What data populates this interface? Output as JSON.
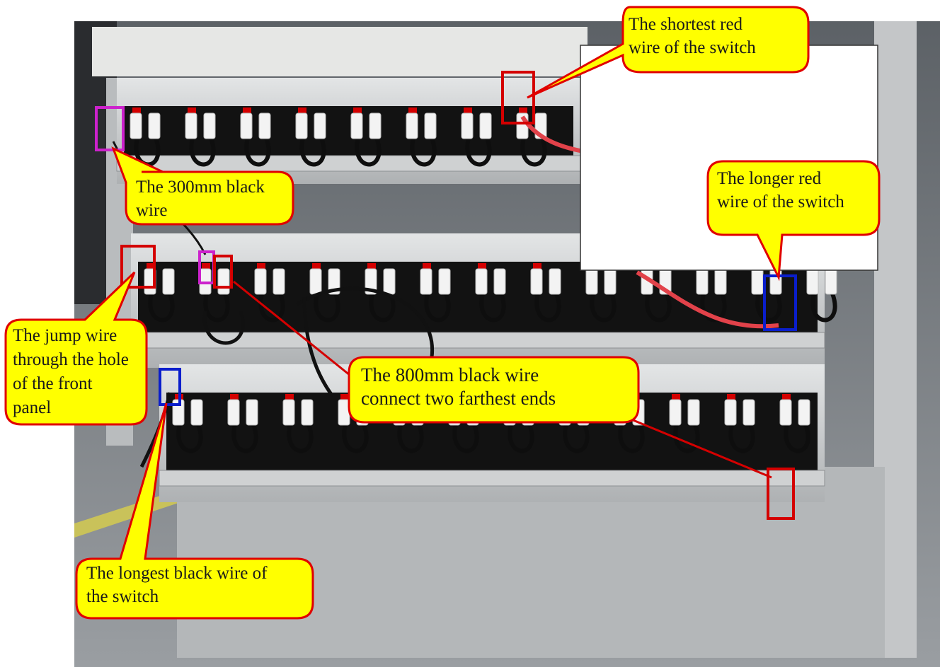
{
  "photo": {
    "colors": {
      "callout_fill": "#ffff00",
      "callout_border": "#e00000",
      "marker_red": "#d40000",
      "marker_blue": "#0a1ecc",
      "marker_magenta": "#cc22cc",
      "rack_frame": "#c9cbcc",
      "battery_body": "#121212",
      "floor": "#8d9196"
    }
  },
  "callouts": {
    "shortest_red": "The shortest red\n  wire of the switch",
    "longer_red": "The longer red\nwire of the switch",
    "black_300": "The 300mm black\nwire",
    "jump_wire": "The jump wire\nthrough the hole\nof the front\npanel",
    "black_800": "The 800mm black wire\nconnect two farthest ends",
    "longest_black": "The longest black wire of\nthe switch"
  },
  "icons": {
    "terminal": "white-terminal-cover-icon",
    "cap": "red-terminal-cap-icon"
  }
}
